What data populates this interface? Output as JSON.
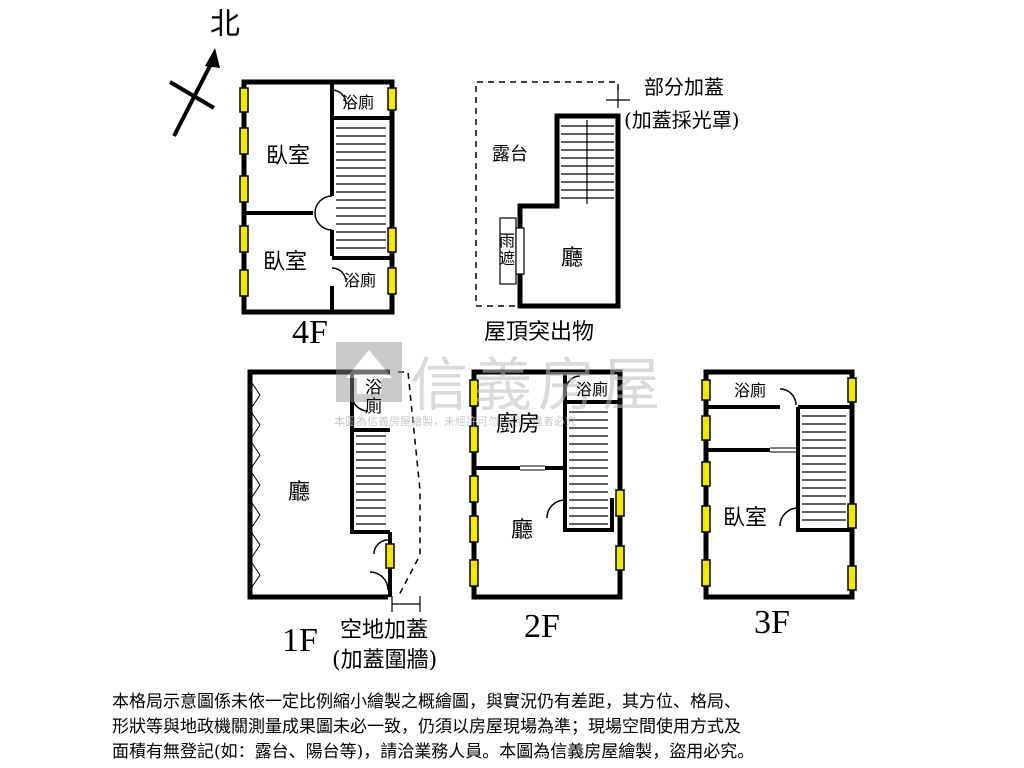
{
  "compass": {
    "label": "北"
  },
  "floors": {
    "f4": {
      "label": "4F",
      "rooms": [
        "臥室",
        "臥室",
        "浴廁",
        "浴廁"
      ]
    },
    "roof": {
      "label": "屋頂突出物",
      "rooms": [
        "露台",
        "廳",
        "雨遮"
      ],
      "note_line1": "部分加蓋",
      "note_line2": "(加蓋採光罩)"
    },
    "f1": {
      "label": "1F",
      "rooms": [
        "廳",
        "浴廁"
      ],
      "note_line1": "空地加蓋",
      "note_line2": "(加蓋圍牆)"
    },
    "f2": {
      "label": "2F",
      "rooms": [
        "廚房",
        "廳",
        "浴廁"
      ]
    },
    "f3": {
      "label": "3F",
      "rooms": [
        "浴廁",
        "臥室"
      ]
    }
  },
  "watermark": {
    "brand": "信義房屋",
    "small": "本圖為信義房屋繪製，未經許可勿盜用，違者必究"
  },
  "disclaimer": {
    "line1": "本格局示意圖係未依一定比例縮小繪製之概繪圖，與實況仍有差距，其方位、格局、",
    "line2": "形狀等與地政機關測量成果圖未必一致，仍須以房屋現場為準；現場空間使用方式及",
    "line3": "面積有無登記(如：露台、陽台等)，請洽業務人員。本圖為信義房屋繪製，盜用必究。"
  },
  "colors": {
    "wall": "#000000",
    "window": "#f2ea00",
    "watermark": "#bdbdbd"
  }
}
